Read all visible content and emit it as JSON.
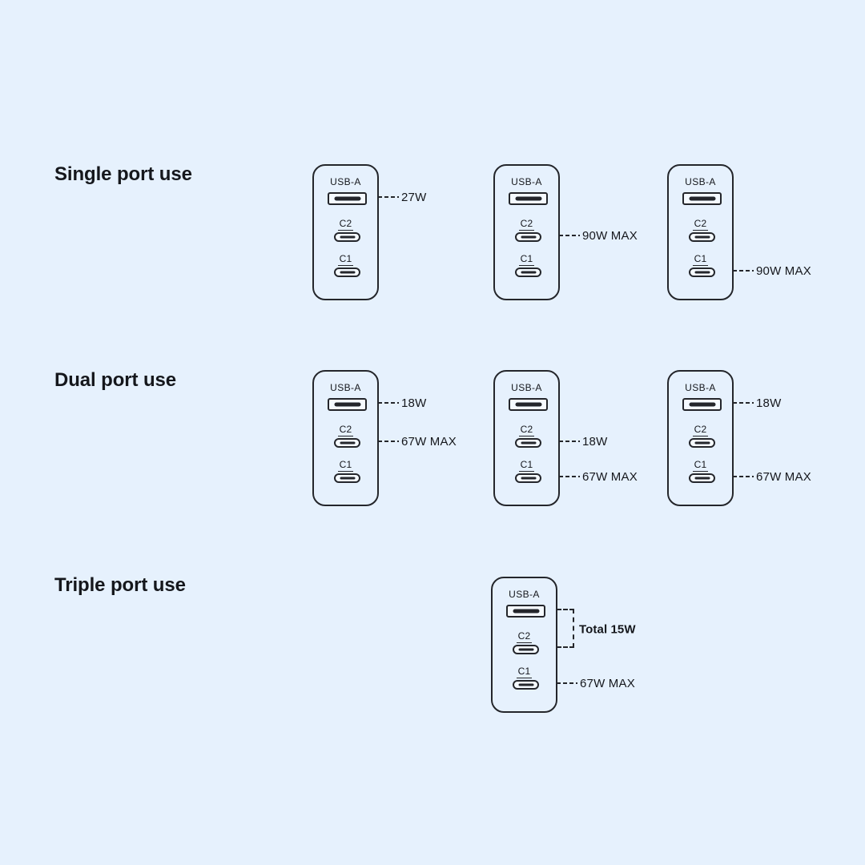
{
  "colors": {
    "background": "#e6f1fd",
    "stroke": "#24262b",
    "text": "#15171c",
    "port_fill": "#f5faff"
  },
  "port_labels": {
    "usb_a": "USB-A",
    "c2": "C2",
    "c1": "C1"
  },
  "sections": [
    {
      "heading": "Single port use",
      "chargers": [
        {
          "annotations": [
            {
              "port": "usb_a",
              "label": "27W"
            }
          ]
        },
        {
          "annotations": [
            {
              "port": "c2",
              "label": "90W MAX"
            }
          ]
        },
        {
          "annotations": [
            {
              "port": "c1",
              "label": "90W MAX"
            }
          ]
        }
      ]
    },
    {
      "heading": "Dual port use",
      "chargers": [
        {
          "annotations": [
            {
              "port": "usb_a",
              "label": "18W"
            },
            {
              "port": "c2",
              "label": "67W MAX"
            }
          ]
        },
        {
          "annotations": [
            {
              "port": "c2",
              "label": "18W"
            },
            {
              "port": "c1",
              "label": "67W MAX"
            }
          ]
        },
        {
          "annotations": [
            {
              "port": "usb_a",
              "label": "18W"
            },
            {
              "port": "c1",
              "label": "67W MAX"
            }
          ]
        }
      ]
    },
    {
      "heading": "Triple port use",
      "chargers": [
        {
          "annotations": [
            {
              "ports": [
                "usb_a",
                "c2"
              ],
              "label": "Total 15W",
              "bracket": true
            },
            {
              "port": "c1",
              "label": "67W MAX"
            }
          ]
        }
      ]
    }
  ]
}
